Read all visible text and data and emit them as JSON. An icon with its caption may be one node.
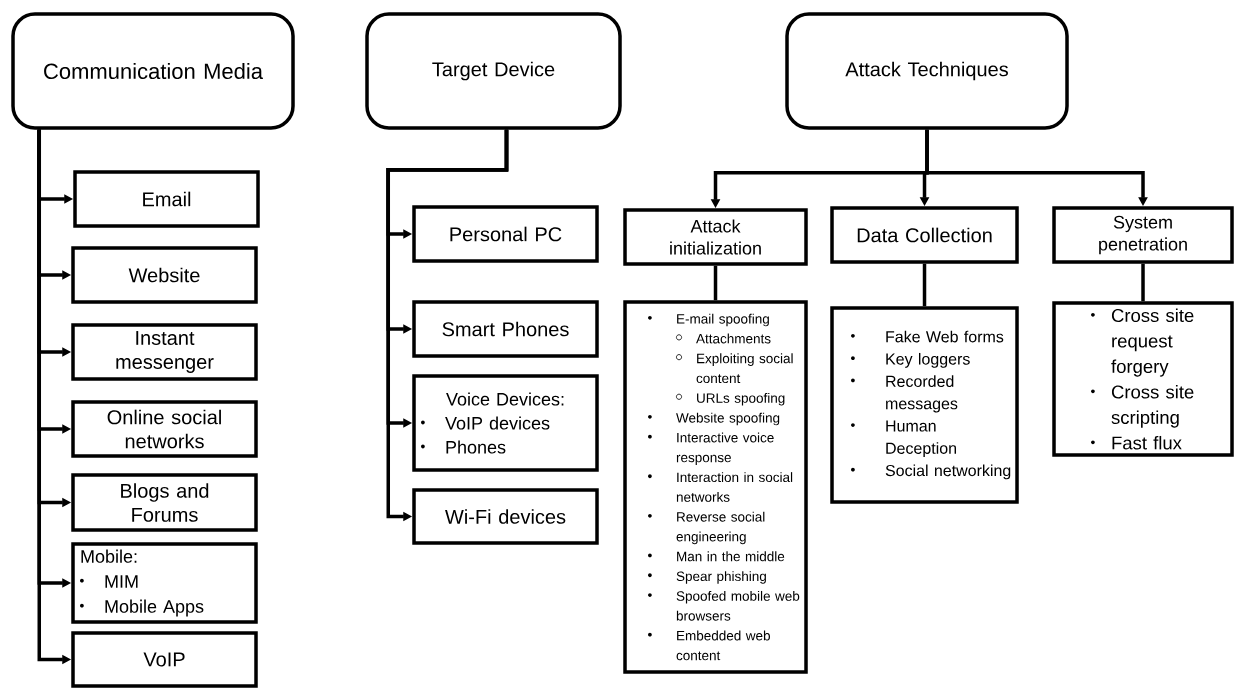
{
  "diagram": {
    "nodes": [
      {
        "text": [
          "Communication Media"
        ]
      },
      {
        "text": [
          "Email"
        ]
      },
      {
        "text": [
          "Website"
        ]
      },
      {
        "text": [
          "Instant messenger"
        ]
      },
      {
        "text": [
          "Online social networks"
        ]
      },
      {
        "text": [
          "Blogs and Forums"
        ]
      },
      {
        "text": [
          "Mobile:",
          "MIM",
          "Mobile Apps"
        ]
      },
      {
        "text": [
          "VoIP"
        ]
      },
      {
        "text": [
          "Target Device"
        ]
      },
      {
        "text": [
          "Personal PC"
        ]
      },
      {
        "text": [
          "Smart Phones"
        ]
      },
      {
        "text": [
          "Voice Devices:",
          "VoIP devices",
          "Phones"
        ]
      },
      {
        "text": [
          "Wi-Fi devices"
        ]
      },
      {
        "text": [
          "Attack Techniques"
        ]
      },
      {
        "text": [
          "Attack initialization"
        ]
      },
      {
        "text": [
          "Data Collection"
        ]
      },
      {
        "text": [
          "System penetration"
        ]
      },
      {
        "text": [
          "E-mail spoofing",
          "Attachments",
          "Exploiting social content",
          "URLs spoofing",
          "Website spoofing",
          "Interactive voice response",
          "Interaction in social networks",
          "Reverse social engineering",
          "Man in the middle",
          "Spear phishing",
          "Spoofed mobile web browsers",
          "Embedded web content"
        ]
      },
      {
        "text": [
          "Fake Web forms",
          "Key loggers",
          "Recorded messages",
          "Human Deception",
          "Social networking"
        ]
      },
      {
        "text": [
          "Cross site request forgery",
          "Cross site scripting",
          "Fast flux"
        ]
      }
    ],
    "edges": [
      {
        "from": 0,
        "to": 1,
        "arrow": "to"
      },
      {
        "from": 0,
        "to": 2,
        "arrow": "to"
      },
      {
        "from": 0,
        "to": 3,
        "arrow": "to"
      },
      {
        "from": 0,
        "to": 4,
        "arrow": "to"
      },
      {
        "from": 0,
        "to": 5,
        "arrow": "to"
      },
      {
        "from": 0,
        "to": 6,
        "arrow": "to"
      },
      {
        "from": 0,
        "to": 7,
        "arrow": "to"
      },
      {
        "from": 8,
        "to": 9,
        "arrow": "to"
      },
      {
        "from": 8,
        "to": 10,
        "arrow": "to"
      },
      {
        "from": 8,
        "to": 11,
        "arrow": "to"
      },
      {
        "from": 8,
        "to": 12,
        "arrow": "to"
      },
      {
        "from": 13,
        "to": 14,
        "arrow": "to"
      },
      {
        "from": 13,
        "to": 15,
        "arrow": "to"
      },
      {
        "from": 13,
        "to": 16,
        "arrow": "to"
      },
      {
        "from": 14,
        "to": 17,
        "arrow": "none"
      },
      {
        "from": 15,
        "to": 18,
        "arrow": "none"
      },
      {
        "from": 16,
        "to": 19,
        "arrow": "none"
      }
    ]
  }
}
